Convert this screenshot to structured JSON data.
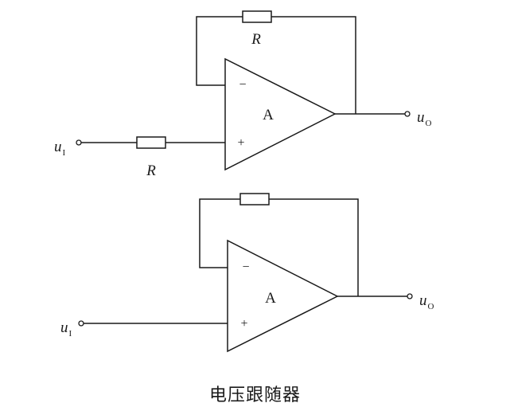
{
  "circuit_top": {
    "feedback_resistor": "R",
    "input_resistor": "R",
    "amp_label": "A",
    "minus_sign": "−",
    "plus_sign": "+",
    "input_var": "u",
    "input_sub": "I",
    "output_var": "u",
    "output_sub": "O"
  },
  "circuit_bottom": {
    "amp_label": "A",
    "minus_sign": "−",
    "plus_sign": "+",
    "input_var": "u",
    "input_sub": "I",
    "output_var": "u",
    "output_sub": "O"
  },
  "caption": "电压跟随器"
}
